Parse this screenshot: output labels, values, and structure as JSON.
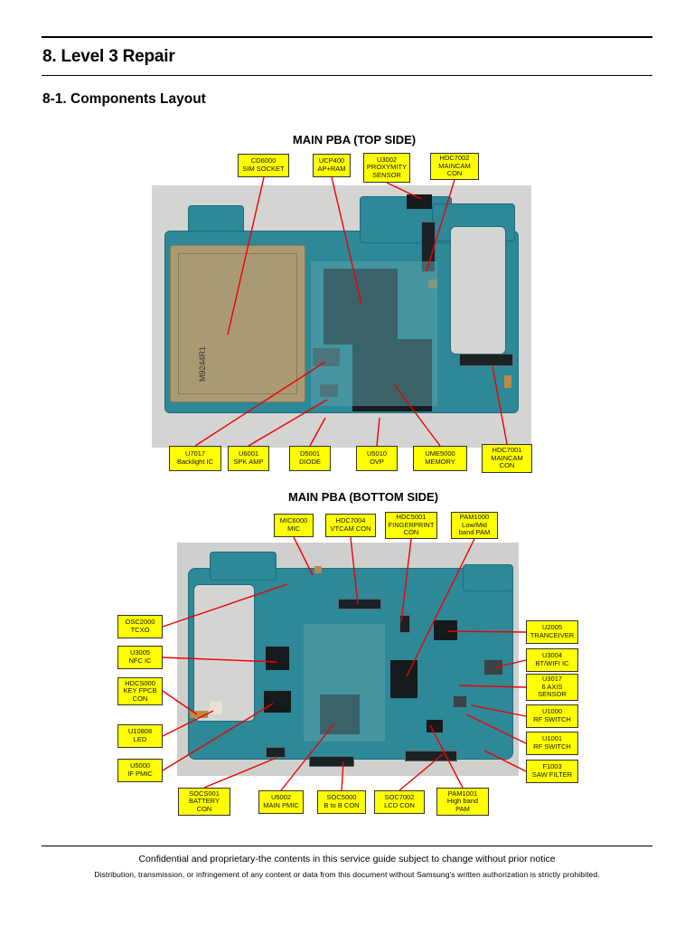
{
  "header": {
    "section_title": "8. Level 3 Repair",
    "sub_title": "8-1. Components Layout"
  },
  "top_side": {
    "heading": "MAIN PBA (TOP SIDE)",
    "callouts": [
      {
        "id": "cd6000",
        "lines": [
          "CD6000",
          "SIM SOCKET"
        ]
      },
      {
        "id": "ucp400",
        "lines": [
          "UCP400",
          "AP+RAM"
        ]
      },
      {
        "id": "u3002",
        "lines": [
          "U3002",
          "PROXYMITY",
          "SENSOR"
        ]
      },
      {
        "id": "hdc7002",
        "lines": [
          "HDC7002",
          "MAINCAM",
          "CON"
        ]
      },
      {
        "id": "u7017",
        "lines": [
          "U7017",
          "Backlight IC"
        ]
      },
      {
        "id": "u6001",
        "lines": [
          "U6001",
          "SPK AMP"
        ]
      },
      {
        "id": "d5001",
        "lines": [
          "D5001",
          "DIODE"
        ]
      },
      {
        "id": "u5010",
        "lines": [
          "U5010",
          "OVP"
        ]
      },
      {
        "id": "ume5000",
        "lines": [
          "UME5000",
          "MEMORY"
        ]
      },
      {
        "id": "hdc7001",
        "lines": [
          "HDC7001",
          "MAINCAM",
          "CON"
        ]
      }
    ],
    "chip_marking": "M9244R1"
  },
  "bottom_side": {
    "heading": "MAIN PBA (BOTTOM SIDE)",
    "callouts": [
      {
        "id": "mic6000",
        "lines": [
          "MIC6000",
          "MIC"
        ]
      },
      {
        "id": "hdc7004",
        "lines": [
          "HDC7004",
          "VTCAM CON"
        ]
      },
      {
        "id": "hdc5001",
        "lines": [
          "HDC5001",
          "FINGERPRINT",
          "CON"
        ]
      },
      {
        "id": "pam1000",
        "lines": [
          "PAM1000",
          "Low/Mid",
          "band PAM"
        ]
      },
      {
        "id": "osc2000",
        "lines": [
          "OSC2000",
          "TCXO"
        ]
      },
      {
        "id": "u3005",
        "lines": [
          "U3005",
          "NFC IC"
        ]
      },
      {
        "id": "hdcs000",
        "lines": [
          "HDCS000",
          "KEY FPCB",
          "CON"
        ]
      },
      {
        "id": "u10808",
        "lines": [
          "U10808",
          "LED"
        ]
      },
      {
        "id": "u5000",
        "lines": [
          "U5000",
          "IF PMIC"
        ]
      },
      {
        "id": "u2005",
        "lines": [
          "U2005",
          "TRANCEIVER"
        ]
      },
      {
        "id": "u3004",
        "lines": [
          "U3004",
          "BT/WIFI IC"
        ]
      },
      {
        "id": "u3017",
        "lines": [
          "U3017",
          "6 AXIS",
          "SENSOR"
        ]
      },
      {
        "id": "u1000",
        "lines": [
          "U1000",
          "RF SWITCH"
        ]
      },
      {
        "id": "u1001",
        "lines": [
          "U1001",
          "RF SWITCH"
        ]
      },
      {
        "id": "f1003",
        "lines": [
          "F1003",
          "SAW FILTER"
        ]
      },
      {
        "id": "socs001",
        "lines": [
          "SOCS001",
          "BATTERY",
          "CON"
        ]
      },
      {
        "id": "u5002",
        "lines": [
          "U5002",
          "MAIN PMIC"
        ]
      },
      {
        "id": "soc5000",
        "lines": [
          "SOC5000",
          "B to B CON"
        ]
      },
      {
        "id": "soc7002",
        "lines": [
          "SOC7002",
          "LCD CON"
        ]
      },
      {
        "id": "pam1001",
        "lines": [
          "PAM1001",
          "High band",
          "PAM"
        ]
      }
    ]
  },
  "footer": {
    "line1": "Confidential and proprietary-the contents in this service guide subject to change without prior notice",
    "line2": "Distribution, transmission, or infringement of any content or data from this document without Samsung's written authorization is strictly prohibited."
  }
}
